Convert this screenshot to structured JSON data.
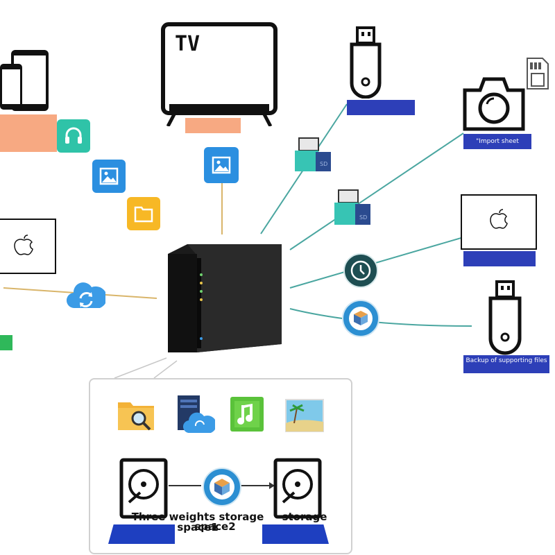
{
  "labels": {
    "tv_title": "TV",
    "import_sheet": "\"Import sheet",
    "backup_files": "Backup of supporting files",
    "caption_left": "Three weights storage space1",
    "caption_right": "storage",
    "caption_line2": "space2"
  },
  "colors": {
    "label_blue": "#2d3fb8",
    "label_orange": "#f7a982",
    "teal_tile": "#2fc3a8",
    "blue_tile": "#2b8fe0",
    "yellow_tile": "#f7b825",
    "line_green": "#4aa6a0",
    "line_tan": "#d9b56a"
  },
  "icons": {
    "phones": "smartphone-tablet-icon",
    "headphones": "headphones-icon",
    "photo": "photo-icon",
    "folder": "folder-icon",
    "tv": "tv-icon",
    "usb_top": "usb-drive-icon",
    "camera": "camera-icon",
    "sd_card": "sd-card-icon",
    "mac": "apple-computer-icon",
    "time_machine": "time-machine-icon",
    "usb_right": "usb-drive-icon",
    "cloud_sync": "cloud-sync-icon",
    "nas": "nas-server-icon",
    "card_reader": "card-reader-icon",
    "cube_backup": "cube-backup-icon",
    "file_search": "file-search-icon",
    "server_cloud": "server-cloud-icon",
    "music": "music-icon",
    "landscape": "landscape-photo-icon",
    "hard_disk": "hard-disk-icon"
  }
}
